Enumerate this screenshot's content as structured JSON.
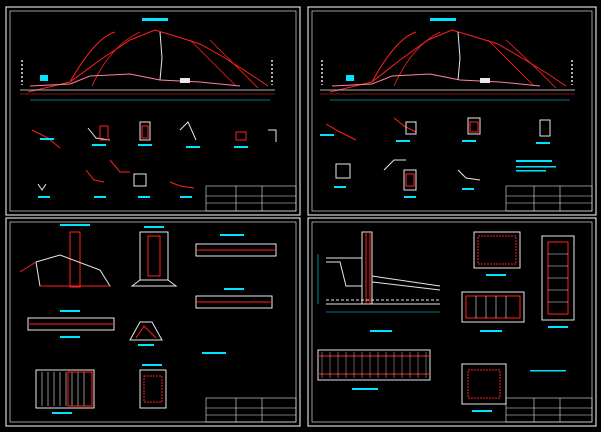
{
  "image_kind": "CAD model-space view, 4 drawing sheets",
  "colors": {
    "background": "#000000",
    "sheet_frame": "#ffffff",
    "drawing_red": "#ff2020",
    "drawing_white": "#e8e8e8",
    "dimension_cyan": "#00e5ff",
    "fill_pink": "#ff80a0"
  },
  "sheets": [
    {
      "id": "sheet-1-spillway-profile",
      "position": "top-left"
    },
    {
      "id": "sheet-2-spillway-profile",
      "position": "top-right"
    },
    {
      "id": "sheet-3-structure-details",
      "position": "bottom-left"
    },
    {
      "id": "sheet-4-reinforcement-details",
      "position": "bottom-right"
    }
  ]
}
